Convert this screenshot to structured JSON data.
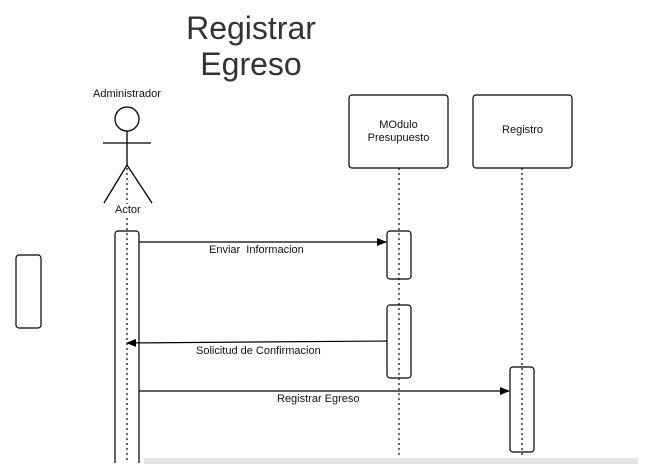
{
  "title": [
    "Registrar",
    "Egreso"
  ],
  "actor": {
    "top_label": "Administrador",
    "bottom_label": "Actor"
  },
  "participants": [
    {
      "label": [
        "MOdulo",
        "Presupuesto"
      ]
    },
    {
      "label": [
        "Registro"
      ]
    }
  ],
  "messages": [
    {
      "label": "Enviar  Informacion",
      "from": "Actor",
      "to": "MOdulo Presupuesto"
    },
    {
      "label": "Solicitud de Confirmacion",
      "from": "MOdulo Presupuesto",
      "to": "Actor"
    },
    {
      "label": "Registrar Egreso",
      "from": "Actor",
      "to": "Registro"
    }
  ]
}
